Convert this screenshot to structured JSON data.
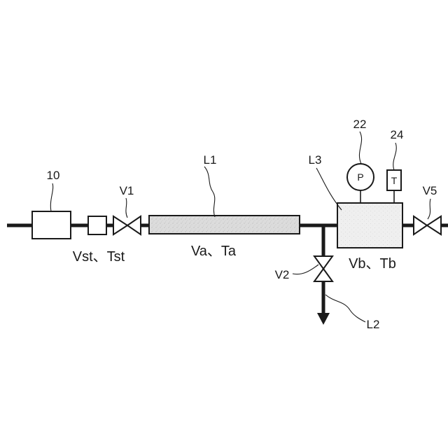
{
  "labels": {
    "source_unit": "10",
    "valve_1": "V1",
    "line_1": "L1",
    "line_3": "L3",
    "pressure_gauge_ref": "22",
    "thermometer_ref": "24",
    "valve_5": "V5",
    "valve_2": "V2",
    "line_2": "L2",
    "source_condition": "Vst、Tst",
    "line_1_condition": "Va、Ta",
    "chamber_condition": "Vb、Tb"
  },
  "gauges": {
    "pressure_symbol": "P",
    "temperature_symbol": "T"
  },
  "colors": {
    "line": "#1a1a1a",
    "shading": "#d9d9d9",
    "background": "#ffffff"
  }
}
